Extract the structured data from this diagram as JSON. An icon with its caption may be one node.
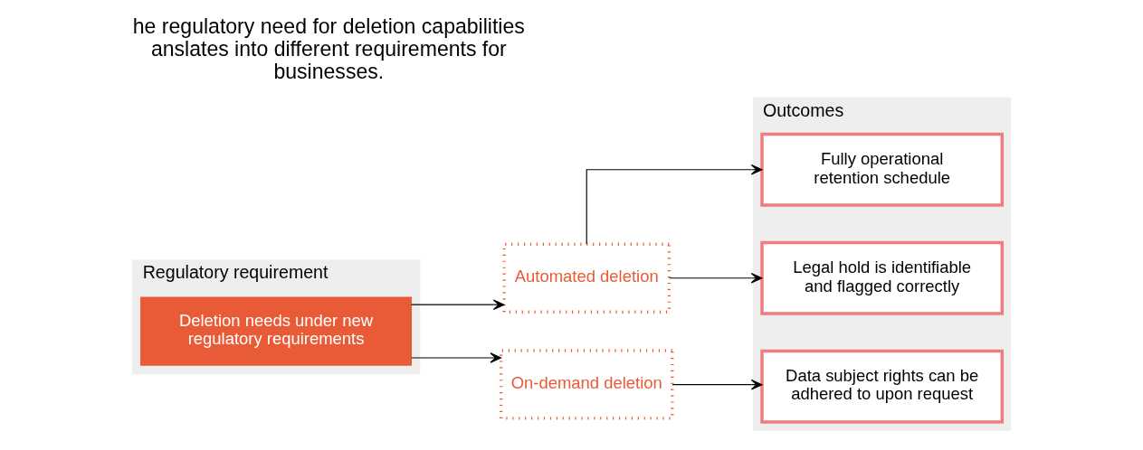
{
  "diagram": {
    "title": "he regulatory need for deletion capabilities anslates into different requirements for businesses.",
    "nodes": [
      {
        "text": [
          "Regulatory requirement"
        ]
      },
      {
        "text": [
          "Deletion needs under new regulatory requirements"
        ],
        "in": 0
      },
      {
        "text": [
          "Automated deletion"
        ]
      },
      {
        "text": [
          "On-demand deletion"
        ]
      },
      {
        "text": [
          "Outcomes"
        ]
      },
      {
        "text": [
          "Fully operational retention schedule"
        ],
        "in": 4
      },
      {
        "text": [
          "Legal hold is identifiable and flagged correctly"
        ],
        "in": 4
      },
      {
        "text": [
          "Data subject rights can be adhered to upon request"
        ],
        "in": 4
      }
    ],
    "edges": [
      {
        "from": 1,
        "to": 2,
        "arrow": "to"
      },
      {
        "from": 1,
        "to": 3,
        "arrow": "to"
      },
      {
        "from": 2,
        "to": 5,
        "arrow": "to"
      },
      {
        "from": 2,
        "to": 6,
        "arrow": "to"
      },
      {
        "from": 3,
        "to": 7,
        "arrow": "to"
      }
    ]
  }
}
